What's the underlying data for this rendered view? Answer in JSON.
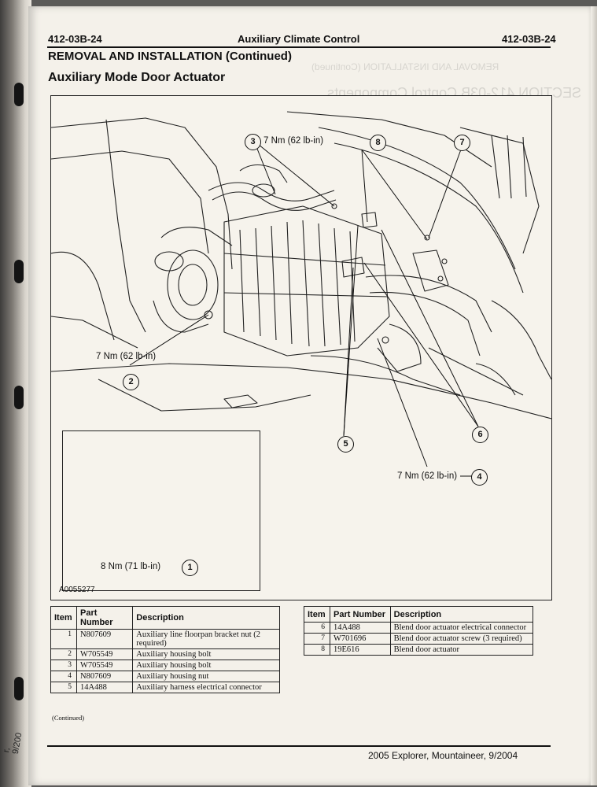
{
  "header": {
    "code_left": "412-03B-24",
    "title": "Auxiliary Climate Control",
    "code_right": "412-03B-24"
  },
  "section_title": "REMOVAL AND INSTALLATION (Continued)",
  "subsection_title": "Auxiliary Mode Door Actuator",
  "figure": {
    "id": "A0055277",
    "callouts": {
      "c3": "7 Nm (62 lb-in)",
      "c2": "7 Nm (62 lb-in)",
      "c4": "7 Nm (62 lb-in)",
      "c1": "8 Nm (71 lb-in)"
    },
    "numbers": [
      "1",
      "2",
      "3",
      "4",
      "5",
      "6",
      "7",
      "8"
    ]
  },
  "tables": {
    "headers": {
      "item": "Item",
      "part": "Part Number",
      "desc": "Description"
    },
    "left": [
      {
        "item": "1",
        "part": "N807609",
        "desc": "Auxiliary line floorpan bracket nut (2 required)"
      },
      {
        "item": "2",
        "part": "W705549",
        "desc": "Auxiliary housing bolt"
      },
      {
        "item": "3",
        "part": "W705549",
        "desc": "Auxiliary housing bolt"
      },
      {
        "item": "4",
        "part": "N807609",
        "desc": "Auxiliary housing nut"
      },
      {
        "item": "5",
        "part": "14A488",
        "desc": "Auxiliary harness electrical connector"
      }
    ],
    "right": [
      {
        "item": "6",
        "part": "14A488",
        "desc": "Blend door actuator electrical connector"
      },
      {
        "item": "7",
        "part": "W701696",
        "desc": "Blend door actuator screw (3 required)"
      },
      {
        "item": "8",
        "part": "19E616",
        "desc": "Blend door actuator"
      }
    ],
    "continued": "(Continued)"
  },
  "footer": "2005 Explorer, Mountaineer, 9/2004",
  "prev_page_scrap": "r, 9/200"
}
